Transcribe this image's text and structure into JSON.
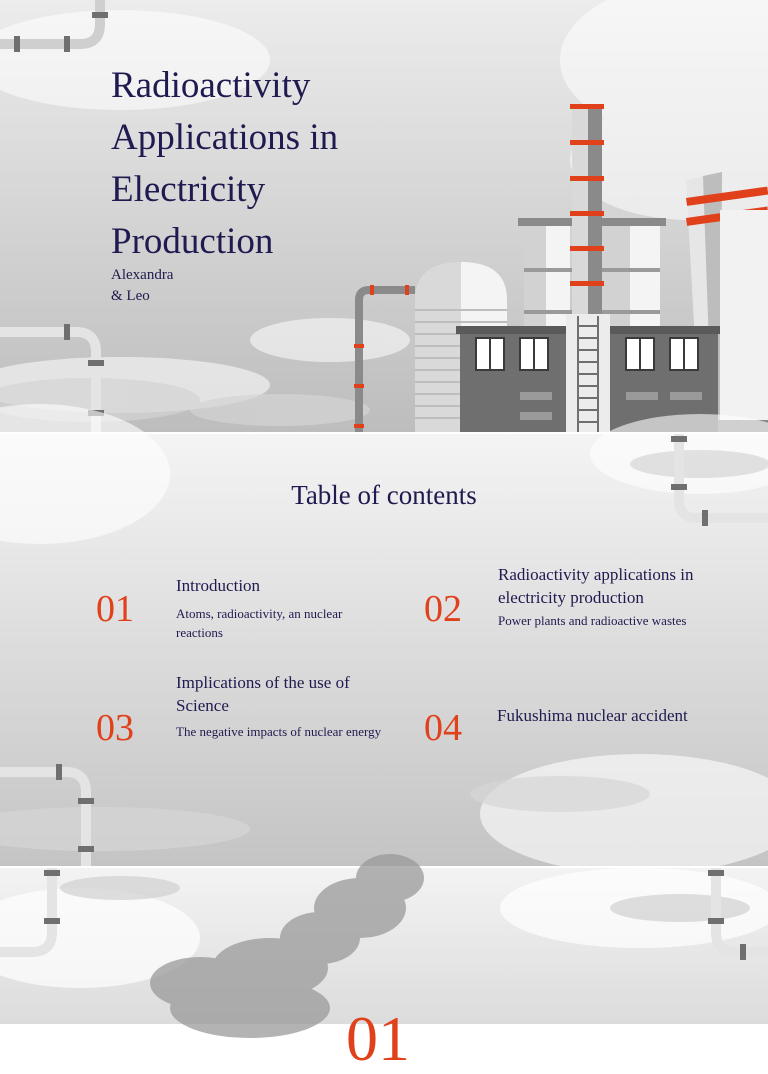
{
  "colors": {
    "navy": "#1f1a4f",
    "accent": "#e0401a",
    "pipe": "#cfcfcf",
    "factory": "#6f6f6f"
  },
  "cover": {
    "title": "Radioactivity Applications in Electricity Production",
    "authors": "Alexandra\n& Leo"
  },
  "toc": {
    "title": "Table of contents",
    "items": [
      {
        "number": "01",
        "title": "Introduction",
        "description": "Atoms, radioactivity, an nuclear reactions"
      },
      {
        "number": "02",
        "title": "Radioactivity applications in electricity production",
        "description": "Power plants and radioactive wastes"
      },
      {
        "number": "03",
        "title": "Implications of the use of Science",
        "description": "The negative impacts of nuclear energy"
      },
      {
        "number": "04",
        "title": "Fukushima nuclear accident",
        "description": ""
      }
    ]
  },
  "section": {
    "number": "01"
  }
}
